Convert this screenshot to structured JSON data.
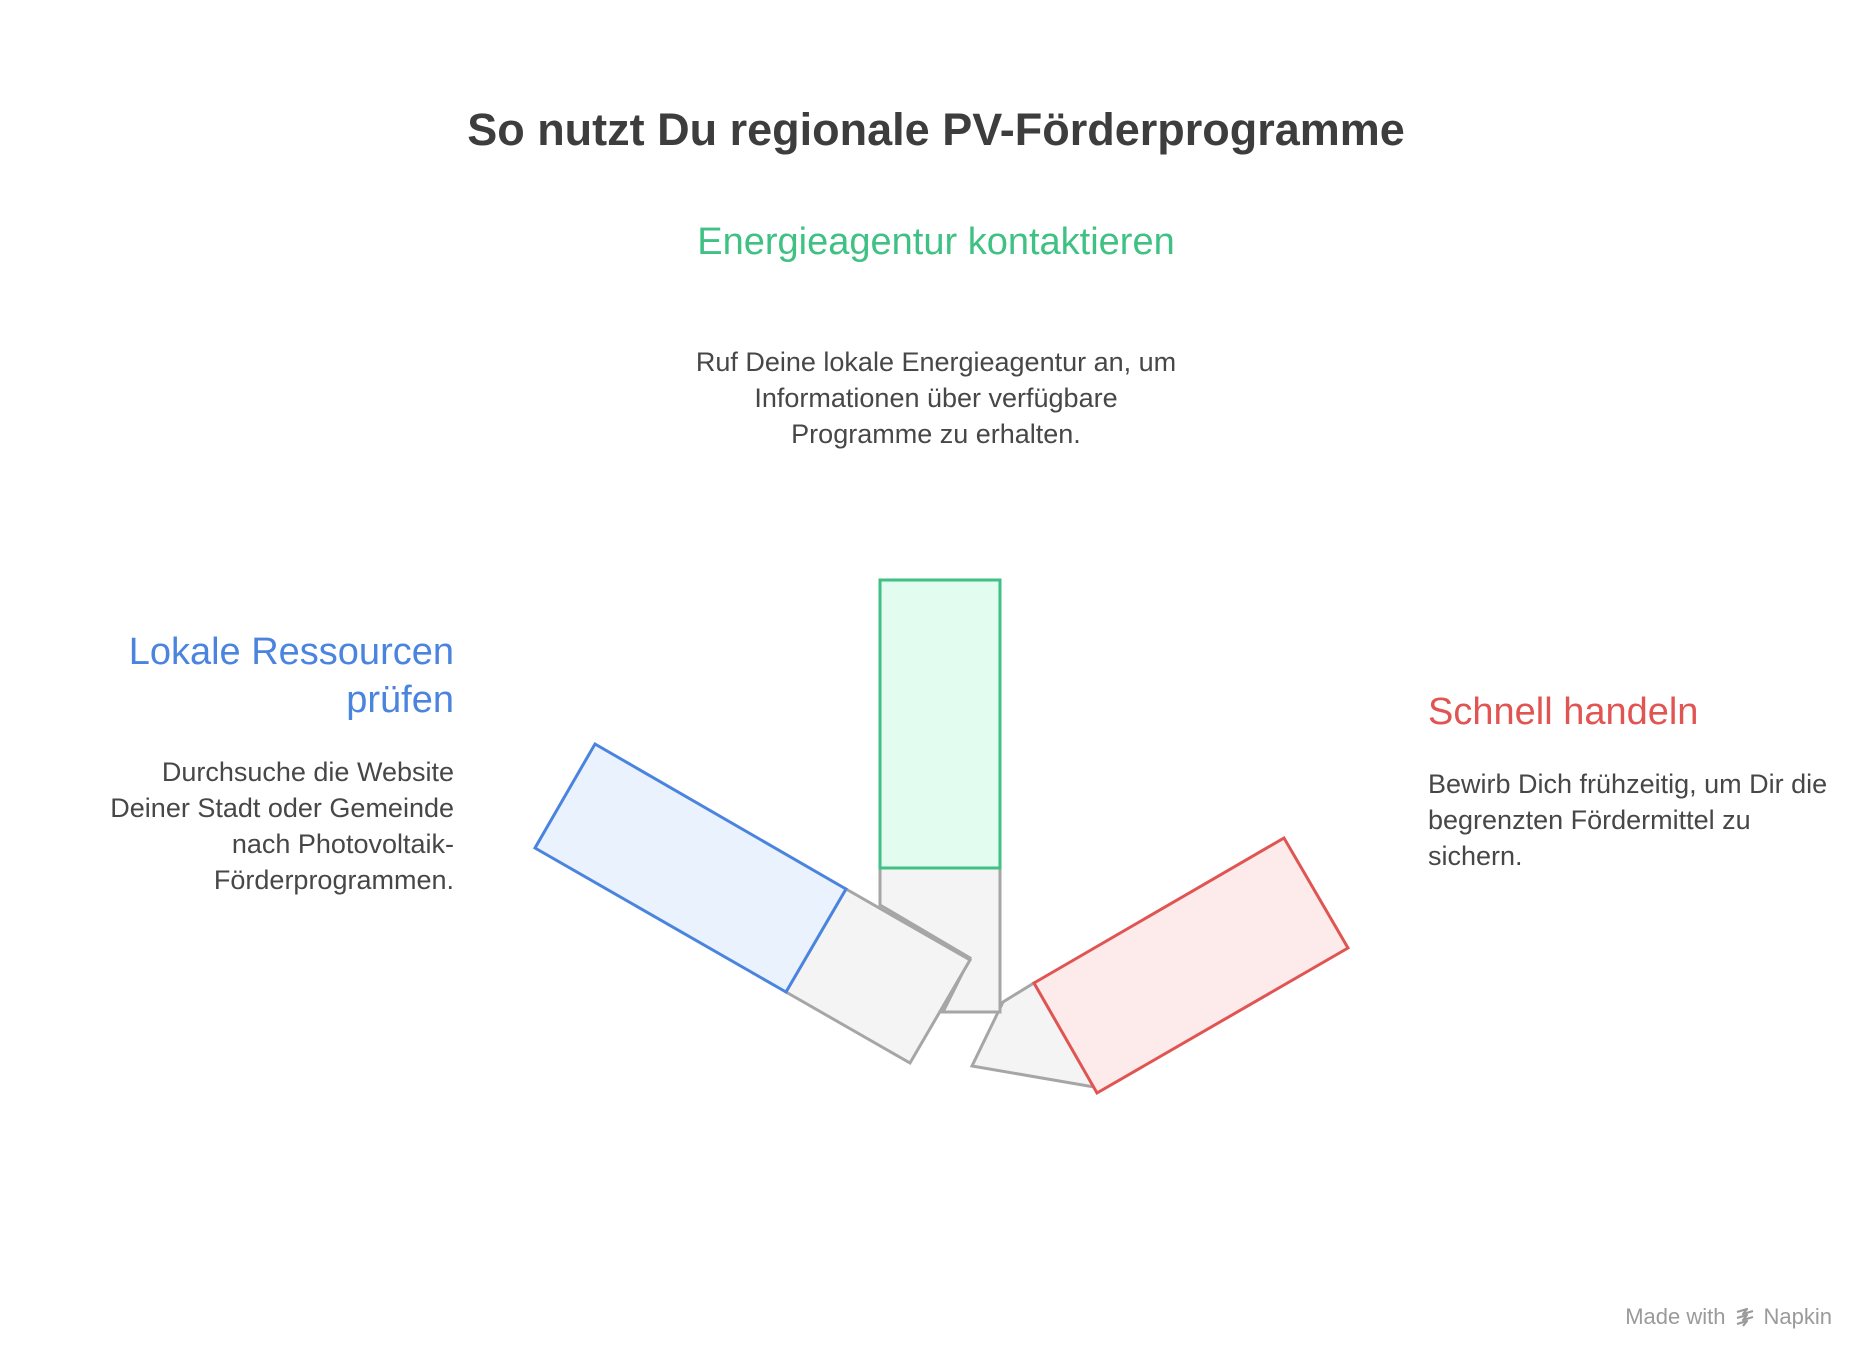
{
  "title": "So nutzt Du regionale PV-Förderprogramme",
  "steps": [
    {
      "heading": "Energieagentur kontaktieren",
      "description": "Ruf Deine lokale Energieagentur an, um Informationen über verfügbare Programme zu erhalten.",
      "color": "#3ec183",
      "fill": "#e2fcef"
    },
    {
      "heading": "Lokale Ressourcen prüfen",
      "description": "Durchsuche die Website Deiner Stadt oder Gemeinde nach Photovoltaik-Förderprogrammen.",
      "color": "#4a84df",
      "fill": "#eaf2fd"
    },
    {
      "heading": "Schnell handeln",
      "description": "Bewirb Dich frühzeitig, um Dir die begrenzten Fördermittel zu sichern.",
      "color": "#e05452",
      "fill": "#fdeaea"
    }
  ],
  "base": {
    "fill": "#f4f4f4",
    "stroke": "#a6a6a6"
  },
  "watermark": {
    "made_with": "Made with",
    "brand": "Napkin",
    "icon": "napkin-logo-icon"
  }
}
